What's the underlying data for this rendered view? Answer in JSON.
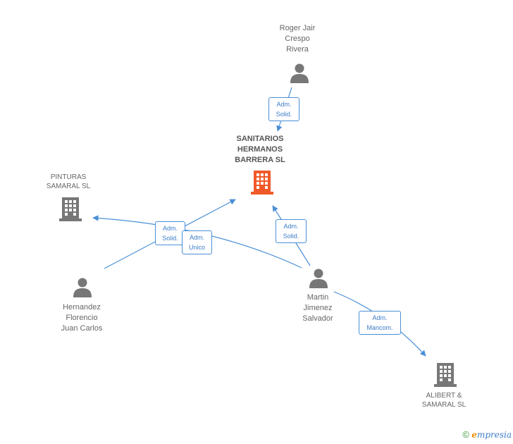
{
  "nodes": {
    "roger": {
      "name": "Roger Jair\nCrespo\nRivera",
      "type": "person"
    },
    "sanitarios": {
      "name": "SANITARIOS\nHERMANOS\nBARRERA SL",
      "type": "company-main"
    },
    "pinturas": {
      "name": "PINTURAS\nSAMARAL SL",
      "type": "company"
    },
    "hernandez": {
      "name": "Hernandez\nFlorencio\nJuan Carlos",
      "type": "person"
    },
    "martin": {
      "name": "Martin\nJimenez\nSalvador",
      "type": "person"
    },
    "alibert": {
      "name": "ALIBERT &\nSAMARAL SL",
      "type": "company"
    }
  },
  "relations": {
    "roger_sanitarios": "Adm.\nSolid.",
    "hernandez_pinturas": "Adm.\nSolid.",
    "martin_pinturas": "Adm.\nUnico",
    "martin_sanitarios": "Adm.\nSolid.",
    "martin_alibert": "Adm.\nMancom."
  },
  "colors": {
    "edge": "#4a8fd6",
    "person_icon": "#777777",
    "company_icon": "#777777",
    "main_company_icon": "#f05a28"
  },
  "footer": {
    "copyright": "©",
    "brand_e": "e",
    "brand_rest": "mpresia"
  }
}
